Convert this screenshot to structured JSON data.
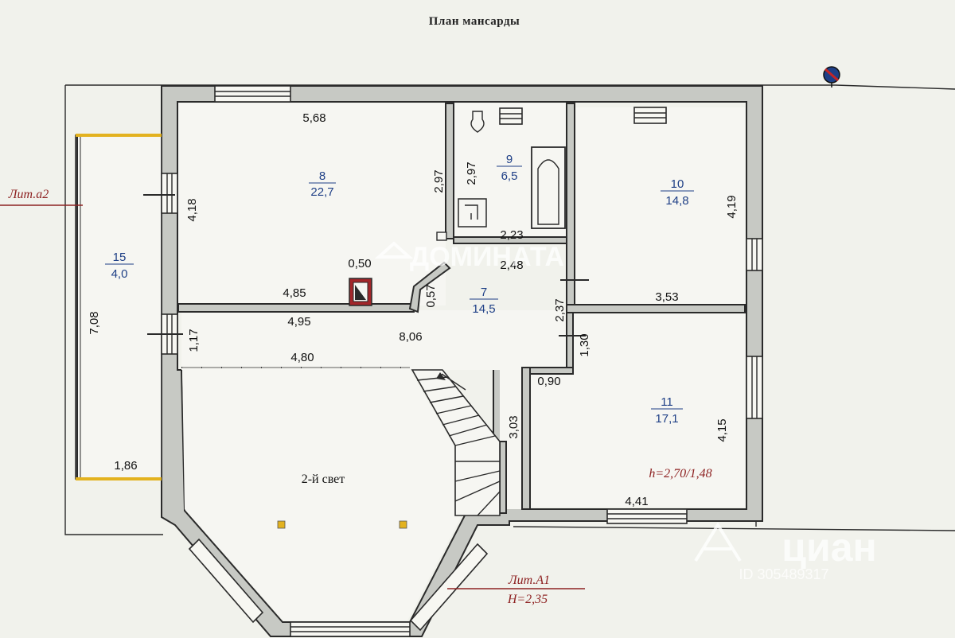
{
  "title": "План мансарды",
  "rooms": [
    {
      "number": "8",
      "area": "22,7"
    },
    {
      "number": "9",
      "area": "6,5"
    },
    {
      "number": "10",
      "area": "14,8"
    },
    {
      "number": "15",
      "area": "4,0"
    },
    {
      "number": "7",
      "area": "14,5"
    },
    {
      "number": "11",
      "area": "17,1"
    }
  ],
  "dimensions": {
    "d568": "5,68",
    "d418": "4,18",
    "d297a": "2,97",
    "d297b": "2,97",
    "d419": "4,19",
    "d223": "2,23",
    "d248": "2,48",
    "d050": "0,50",
    "d485": "4,85",
    "d057": "0,57",
    "d353": "3,53",
    "d708": "7,08",
    "d495": "4,95",
    "d806": "8,06",
    "d237": "2,37",
    "d117": "1,17",
    "d480": "4,80",
    "d130": "1,30",
    "d090": "0,90",
    "d303": "3,03",
    "d415": "4,15",
    "d186": "1,86",
    "d441": "4,41"
  },
  "labels": {
    "second_light": "2-й  свет",
    "height_room11": "h=2,70/1,48",
    "lit_a2": "Лит.а2",
    "lit_a1": "Лит.А1",
    "height_a1": "Н=2,35"
  },
  "watermarks": {
    "agency": "ДОМИНАТА",
    "cian_brand": "циан",
    "cian_id": "ID 305489317"
  },
  "colors": {
    "room_label": "#1e3f86",
    "lit_label": "#8e2222",
    "balcony_edge": "#e3b21f",
    "stove": "#a3262a"
  }
}
